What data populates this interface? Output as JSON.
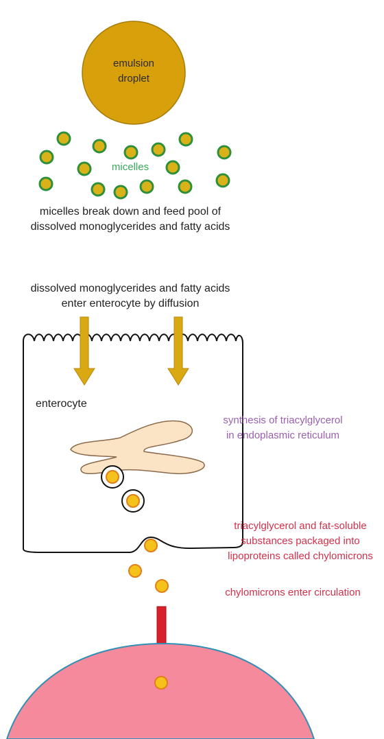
{
  "labels": {
    "emulsion_droplet_line1": "emulsion",
    "emulsion_droplet_line2": "droplet",
    "micelles": "micelles",
    "breakdown_line1": "micelles break down and feed pool of",
    "breakdown_line2": "dissolved monoglycerides and fatty acids",
    "diffusion_line1": "dissolved monoglycerides and fatty acids",
    "diffusion_line2": "enter enterocyte by diffusion",
    "enterocyte": "enterocyte",
    "synthesis_line1": "synthesis of triacylglycerol",
    "synthesis_line2": "in endoplasmic reticulum",
    "packaging_line1": "triacylglycerol and fat-soluble",
    "packaging_line2": "substances packaged into",
    "packaging_line3": "lipoproteins called chylomicrons",
    "circulation": "chylomicrons enter circulation"
  },
  "colors": {
    "droplet": "#d8a10c",
    "micelle_fill": "#d9b21a",
    "micelle_ring": "#2f8f3a",
    "diffusion_arrow": "#d9a812",
    "er_fill": "#fbe3c6",
    "chylomicron_fill": "#f5c21b",
    "chylomicron_ring": "#e0801a",
    "circulation_arrow": "#d8202b",
    "vessel_fill": "#f48a9b",
    "vessel_outline": "#2f8fb5"
  }
}
